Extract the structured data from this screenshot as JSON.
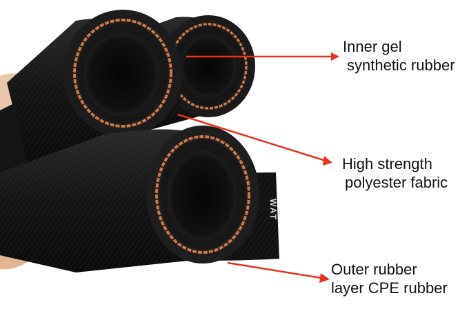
{
  "labels": {
    "inner": {
      "line1": "Inner gel",
      "line2": "synthetic rubber"
    },
    "fabric": {
      "line1": "High strength",
      "line2": "polyester fabric"
    },
    "outer": {
      "line1": "Outer rubber",
      "line2": "layer CPE rubber"
    }
  },
  "hose_print_text": "WAT",
  "colors": {
    "arrow": "#e8321e",
    "hose_body": "#1c1c1c",
    "fabric_braid": "#c8784a",
    "accent_stripe": "#2fb84a",
    "skin": "#e8c3a6"
  }
}
